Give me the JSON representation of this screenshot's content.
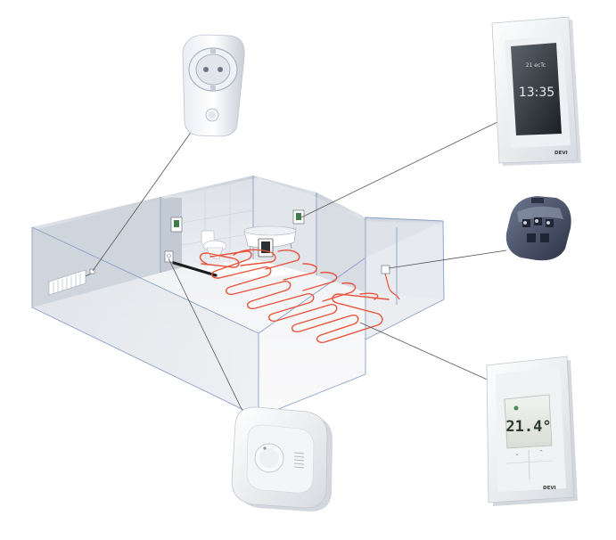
{
  "devices": {
    "touch_thermostat": {
      "clock": "13:35",
      "status": "21 ecTc"
    },
    "room_thermostat": {
      "temperature": "21.4°"
    }
  },
  "brand": "DEVI",
  "colors": {
    "heating_cable": "#e8533b",
    "wall_edge": "#8aa0c8",
    "leader_line": "#555555"
  }
}
